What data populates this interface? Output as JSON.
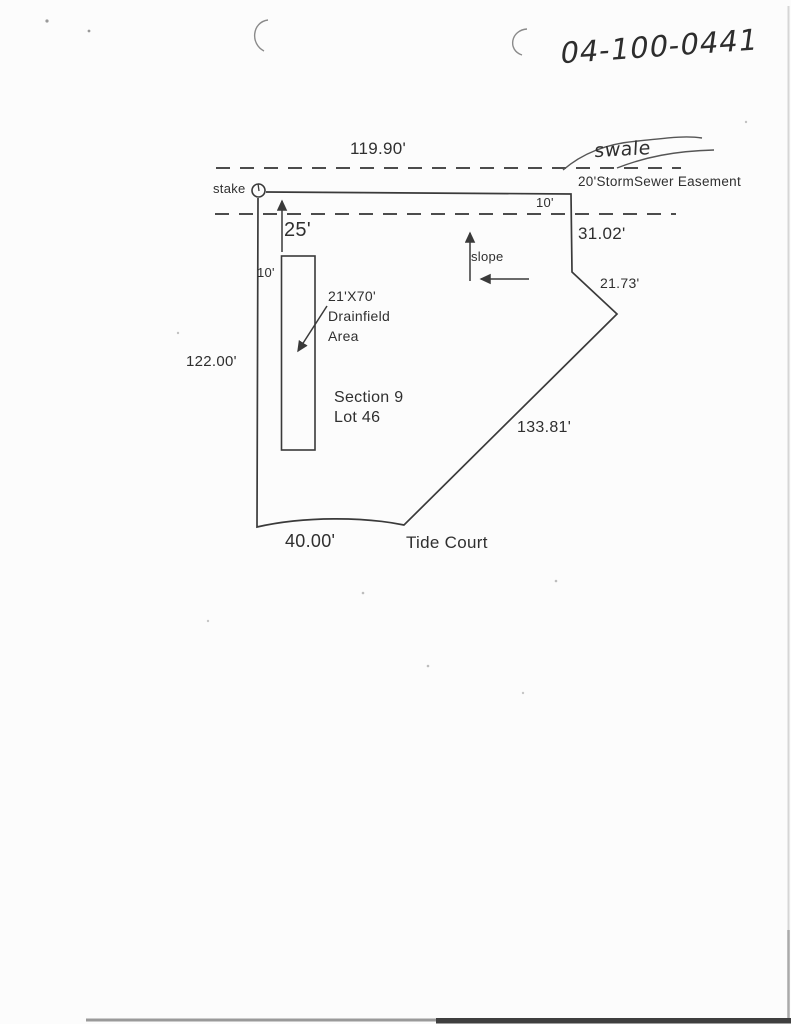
{
  "page": {
    "paper_color": "#fcfcfc",
    "ink_color": "#3a3a3a",
    "parcel_number": "04-100-0441"
  },
  "diagram": {
    "labels": {
      "top_dimension": "119.90'",
      "swale": "swale",
      "easement": "20'StormSewer Easement",
      "stake": "stake",
      "offset_top_right": "10'",
      "right_dimension": "31.02'",
      "setback": "25'",
      "offset_left": "10'",
      "slope": "slope",
      "diagonal_short_dimension": "21.73'",
      "drainfield_size": "21'X70'",
      "drainfield_name": "Drainfield",
      "drainfield_area": "Area",
      "left_dimension": "122.00'",
      "section": "Section 9",
      "lot": "Lot 46",
      "diagonal_long_dimension": "133.81'",
      "frontage_dimension": "40.00'",
      "street_name": "Tide Court"
    }
  }
}
